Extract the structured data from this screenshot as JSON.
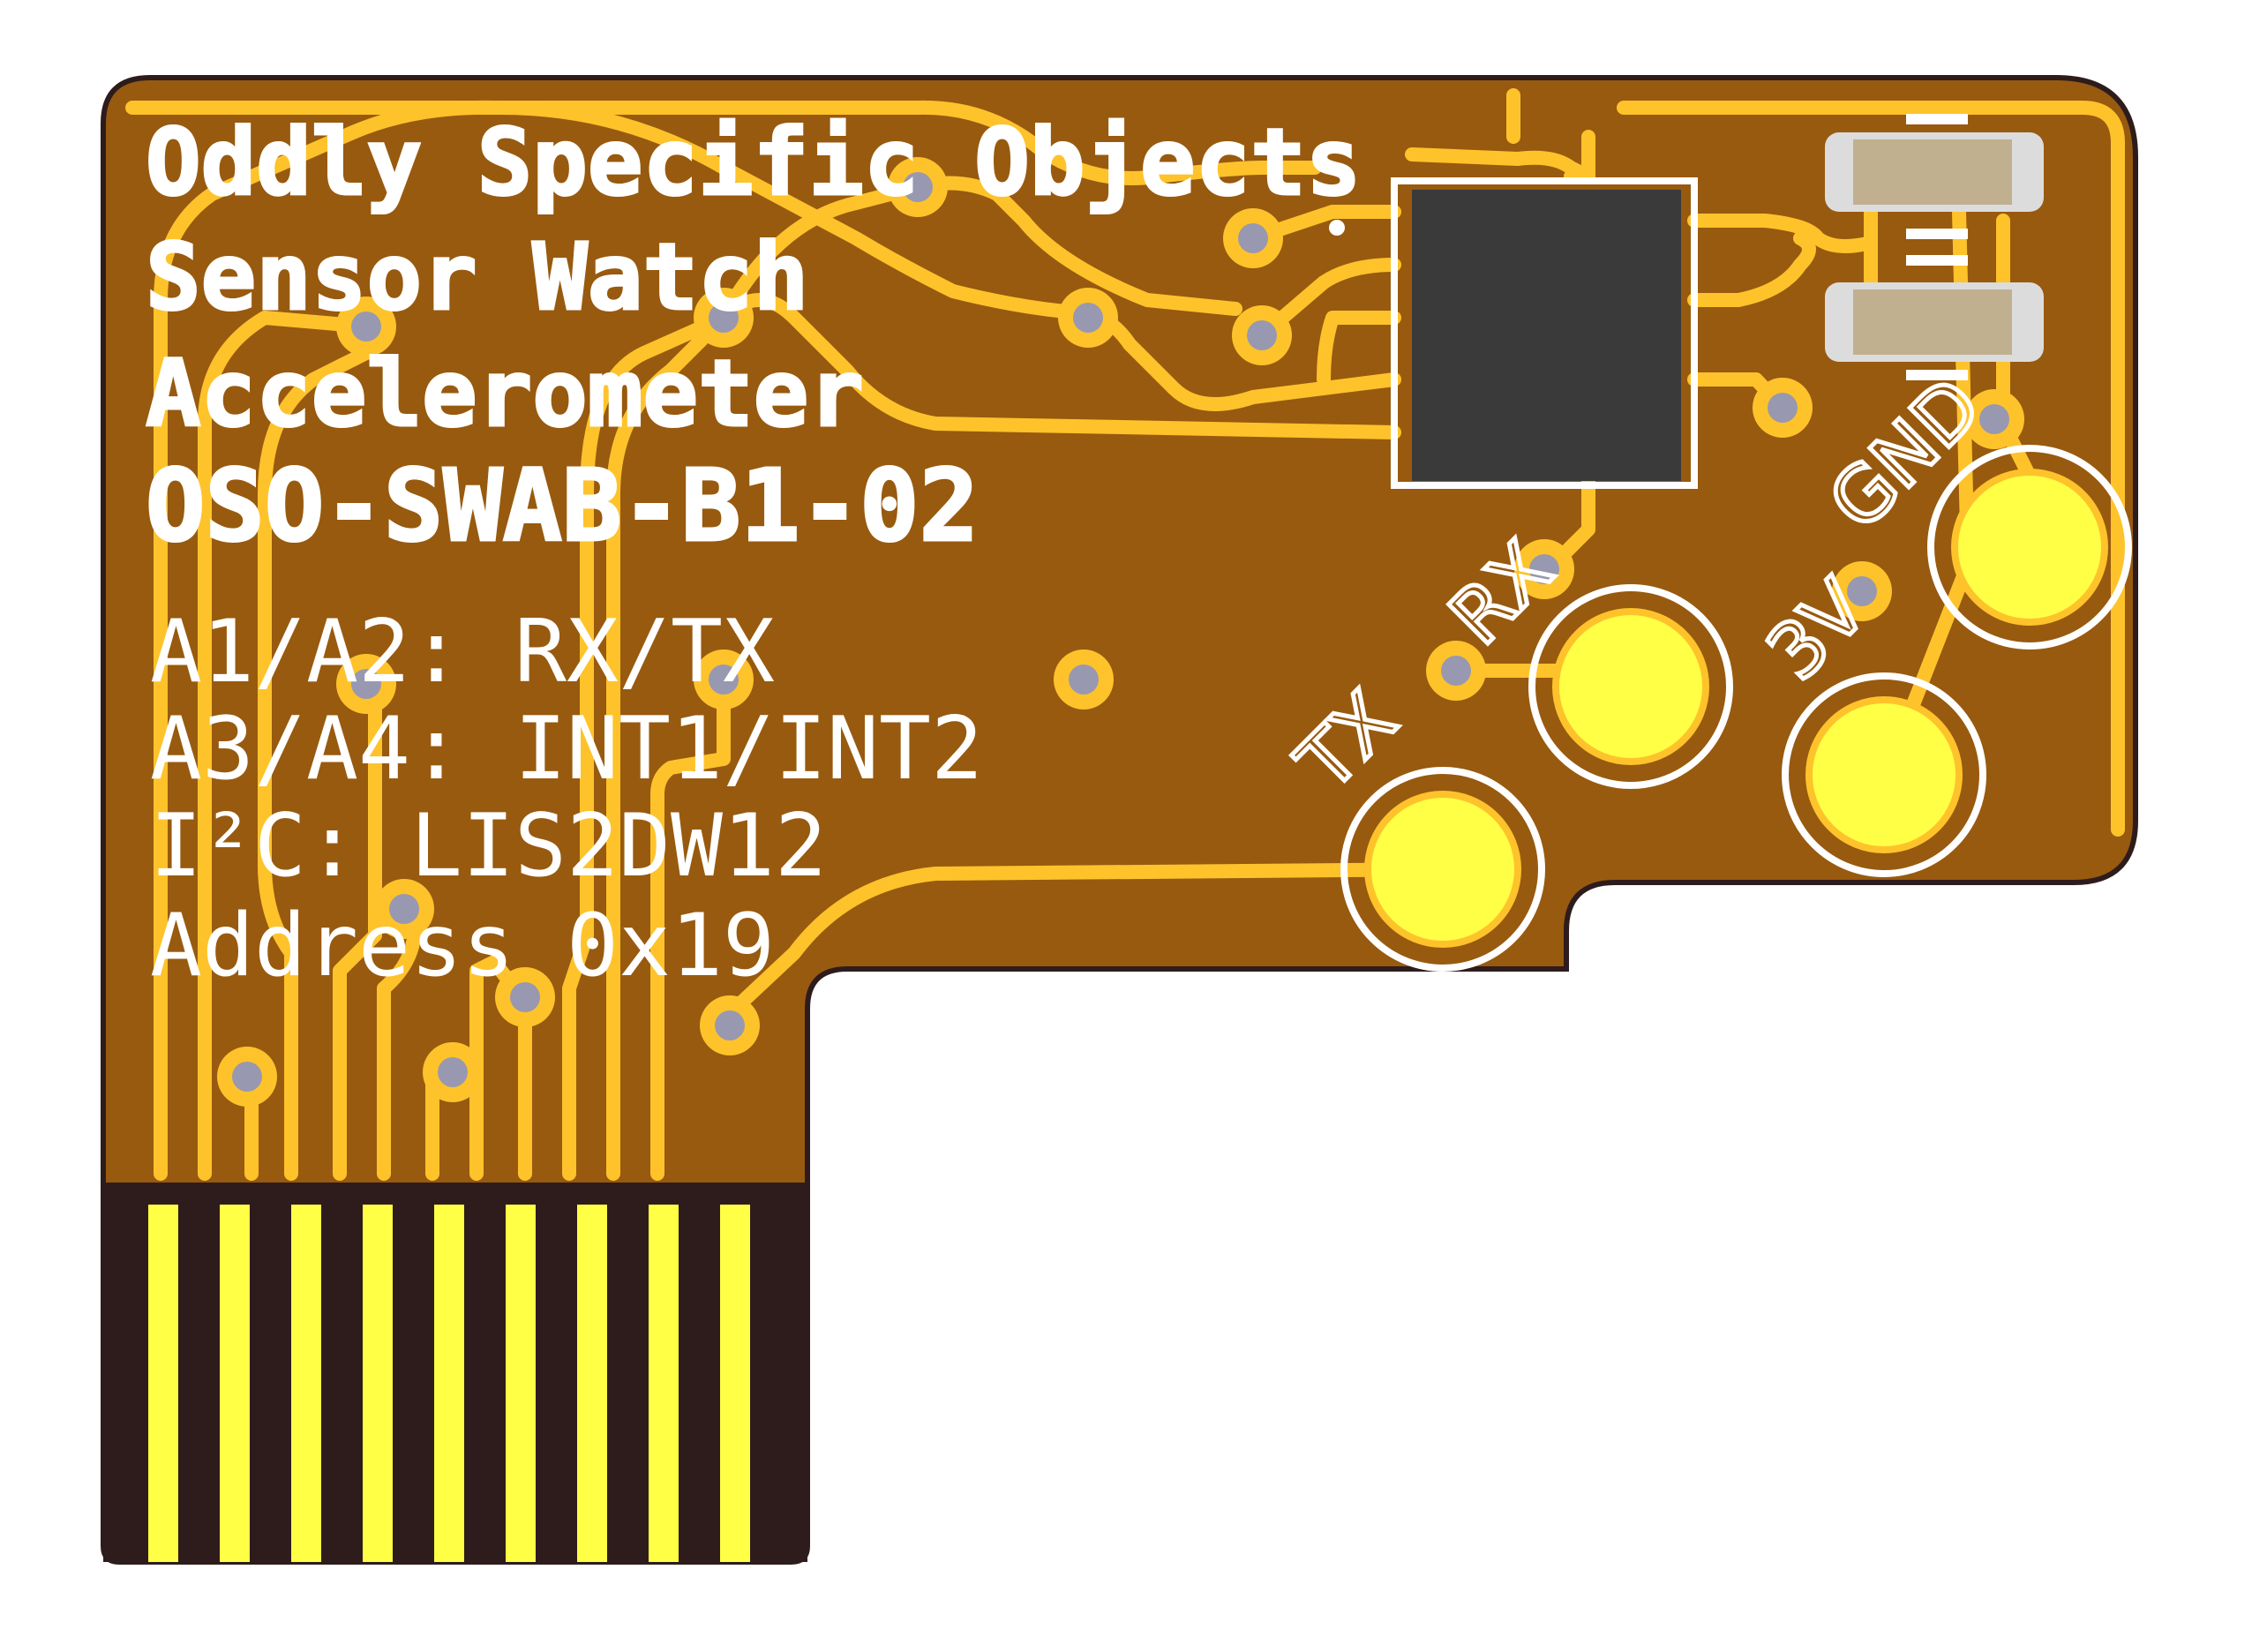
{
  "board": {
    "title_lines": [
      "Oddly Specific Objects",
      "Sensor Watch",
      "Accelerometer",
      "OSO-SWAB-B1-02"
    ],
    "info_lines": [
      "A1/A2: RX/TX",
      "A3/A4: INT1/INT2",
      "I²C: LIS2DW12",
      "Address 0x19"
    ],
    "pad_labels": {
      "tx": "TX",
      "rx": "RX",
      "v3": "3V",
      "gnd": "GND"
    }
  },
  "colors": {
    "substrate": "#985a0f",
    "copper": "#fec32b",
    "gold_pad": "#ffff46",
    "silkscreen": "#ffffff",
    "ic_body": "#3a3a3a",
    "connector_bg": "#2e1c1c",
    "via_hole": "#9898b0"
  }
}
